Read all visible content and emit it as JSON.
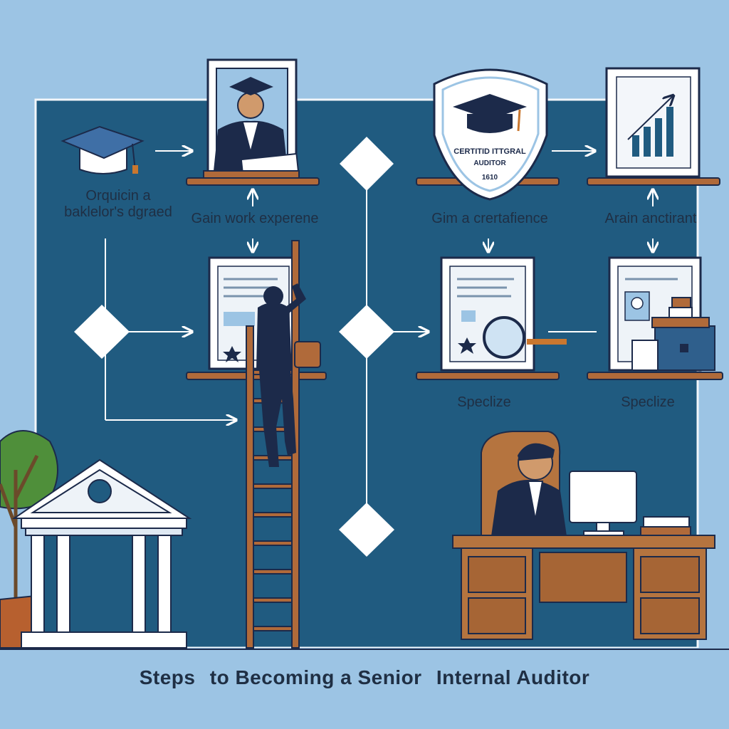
{
  "diagram": {
    "title": [
      "Steps",
      "to Becoming a Senior",
      "Internal Auditor"
    ],
    "steps": [
      {
        "id": "step-1",
        "lines": [
          "Orquicin a",
          "baklelor's dgraed"
        ]
      },
      {
        "id": "step-2",
        "lines": [
          "Gain work experene"
        ]
      },
      {
        "id": "step-3",
        "lines": [
          "Gim a crertafience"
        ]
      },
      {
        "id": "step-4",
        "lines": [
          "Arain anctirant"
        ]
      },
      {
        "id": "step-5",
        "lines": [
          "Speclize"
        ]
      },
      {
        "id": "step-6",
        "lines": [
          "Speclize"
        ]
      }
    ],
    "badge": {
      "lines": [
        "CERTITID ITTGRAL",
        "AUDITOR",
        "1610"
      ]
    },
    "colors": {
      "background": "#9cc4e4",
      "board": "#205b80",
      "shelf": "#b06a3a",
      "desk": "#b5743f",
      "navy": "#1c2a4a"
    },
    "icons": [
      "graduation-cap-icon",
      "graduate-portrait-icon",
      "certification-badge-icon",
      "growth-chart-icon",
      "document-icon",
      "magnifier-icon",
      "bank-building-icon",
      "ladder-icon",
      "plant-icon",
      "office-desk-icon",
      "computer-monitor-icon"
    ]
  }
}
